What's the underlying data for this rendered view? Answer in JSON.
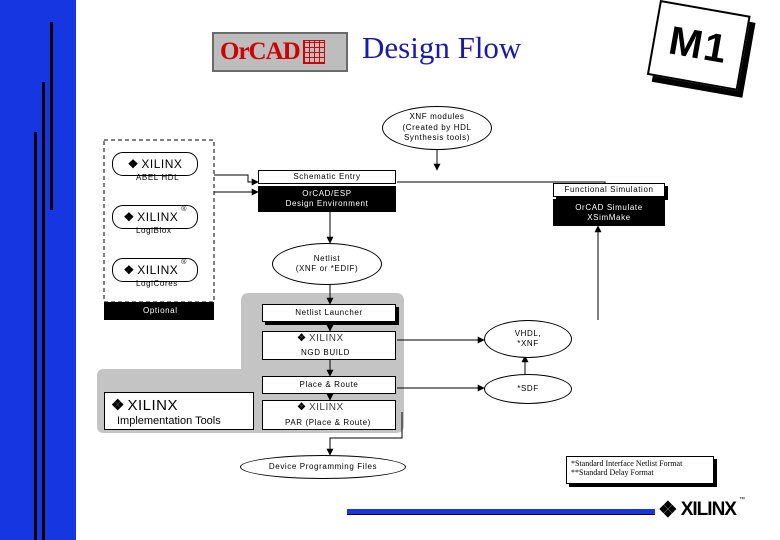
{
  "header": {
    "orcad_logo_text": "OrCAD",
    "title": "Design Flow",
    "m1_badge": "M1"
  },
  "diagram": {
    "xnf_modules": "XNF modules\n(Created by HDL\nSynthesis tools)",
    "abel_hdl": "ABEL HDL",
    "logiblox": "LogiBlox",
    "logicores": "LogiCores",
    "optional": "Optional",
    "schematic_entry": "Schematic Entry",
    "design_environment": "OrCAD/ESP\nDesign Environment",
    "functional_simulation": "Functional Simulation",
    "orcad_simulate": "OrCAD Simulate\nXSimMake",
    "netlist": "Netlist\n(XNF or *EDIF)",
    "netlist_launcher": "Netlist Launcher",
    "ngd_build": "NGD BUILD",
    "vhdl_xnf": "VHDL,\n*XNF",
    "place_route": "Place & Route",
    "sdf": "*SDF",
    "par": "PAR (Place & Route)",
    "implementation_tools": "Implementation Tools",
    "device_programming_files": "Device Programming Files",
    "footnote_line1": "*Standard Interface Netlist Format",
    "footnote_line2": "**Standard Delay Format"
  },
  "logos": {
    "xilinx_word": "XILINX",
    "registered_mark": "®",
    "trademark": "™"
  },
  "colors": {
    "left_bar": "#1536e0",
    "bottom_rule": "#1536e0",
    "orcad_red": "#cc0000",
    "title_blue": "#1a1aa8",
    "impl_panel": "#c4c4c4"
  }
}
